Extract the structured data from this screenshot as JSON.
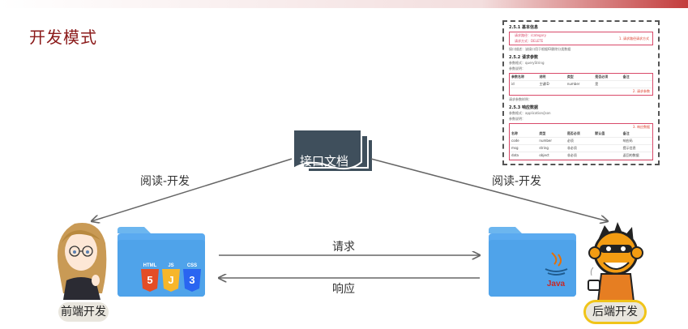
{
  "page_title": "开发模式",
  "doc_stack_label": "接口文档",
  "left_arrow_label": "阅读-开发",
  "right_arrow_label": "阅读-开发",
  "request_label": "请求",
  "response_label": "响应",
  "frontend_label": "前端开发",
  "backend_label": "后端开发",
  "frontend_folder": {
    "badges": [
      "HTML",
      "JS",
      "CSS"
    ]
  },
  "backend_folder": {
    "badge": "Java"
  },
  "doc_thumbnail": {
    "sec1": "2.5.1 基本信息",
    "sec1_lines": [
      "请求路径：/category",
      "请求方式：DELETE"
    ],
    "sec1_hint": "1. 请求路径请求方式",
    "sec1_desc": "接口描述：该接口用于根据ID删除分类数据",
    "sec2": "2.5.2 请求参数",
    "sec2_lines": [
      "参数格式：queryString",
      "参数说明："
    ],
    "sec2_cols": [
      "参数名称",
      "说明",
      "类型",
      "是否必须",
      "备注"
    ],
    "sec2_row": [
      "id",
      "主键ID",
      "number",
      "是",
      ""
    ],
    "sec2_hint": "2. 请求参数",
    "sec2_example": "请求参数样例：",
    "sec3": "2.5.3 响应数据",
    "sec3_lines": [
      "参数格式：application/json",
      "参数说明："
    ],
    "sec3_hint": "3. 响应数据",
    "sec3_cols": [
      "名称",
      "类型",
      "是否必须",
      "默认值",
      "备注"
    ],
    "sec3_rows": [
      [
        "code",
        "number",
        "必须",
        "",
        "响应码"
      ],
      [
        "msg",
        "string",
        "非必须",
        "",
        "提示信息"
      ],
      [
        "data",
        "object",
        "非必须",
        "",
        "返回的数据"
      ]
    ]
  },
  "colors": {
    "title": "#8b1a1a",
    "folder": "#4fa3ea",
    "doc": "#3f4f5c",
    "pill_highlight": "#f0c419"
  }
}
